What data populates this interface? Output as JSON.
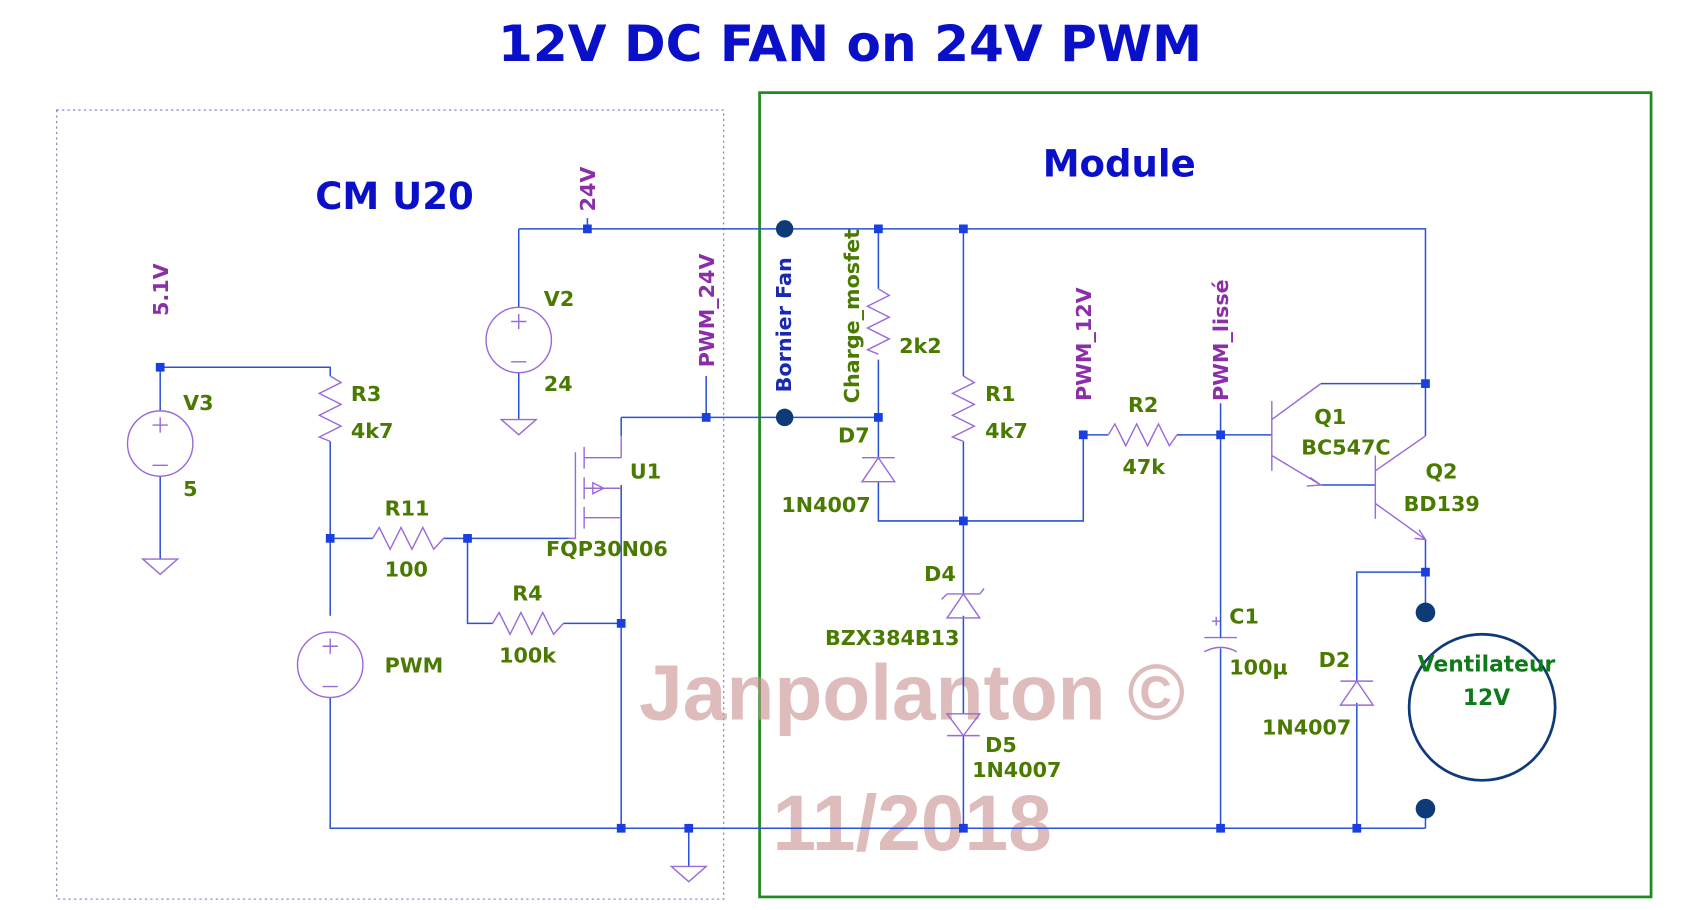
{
  "title": "12V DC FAN on 24V PWM",
  "blocks": {
    "left": "CM U20",
    "right": "Module"
  },
  "nets": {
    "v51": "5.1V",
    "v24": "24V",
    "pwm24": "PWM_24V",
    "bornier": "Bornier Fan",
    "charge": "Charge_mosfet",
    "pwm12": "PWM_12V",
    "lisse": "PWM_lissé"
  },
  "components": {
    "v3": {
      "name": "V3",
      "value": "5"
    },
    "v2": {
      "name": "V2",
      "value": "24"
    },
    "pwm": {
      "name": "PWM"
    },
    "r3": {
      "name": "R3",
      "value": "4k7"
    },
    "r11": {
      "name": "R11",
      "value": "100"
    },
    "r4": {
      "name": "R4",
      "value": "100k"
    },
    "u1": {
      "name": "U1",
      "value": "FQP30N06"
    },
    "rcharge": {
      "value": "2k2"
    },
    "d7": {
      "name": "D7",
      "value": "1N4007"
    },
    "r1": {
      "name": "R1",
      "value": "4k7"
    },
    "d4": {
      "name": "D4",
      "value": "BZX384B13"
    },
    "d5": {
      "name": "D5",
      "value": "1N4007"
    },
    "r2": {
      "name": "R2",
      "value": "47k"
    },
    "c1": {
      "name": "C1",
      "value": "100µ"
    },
    "q1": {
      "name": "Q1",
      "value": "BC547C"
    },
    "q2": {
      "name": "Q2",
      "value": "BD139"
    },
    "d2": {
      "name": "D2",
      "value": "1N4007"
    },
    "fan": {
      "name": "Ventilateur",
      "value": "12V"
    }
  },
  "watermark": {
    "author": "Janpolanton ©",
    "date": "11/2018"
  }
}
